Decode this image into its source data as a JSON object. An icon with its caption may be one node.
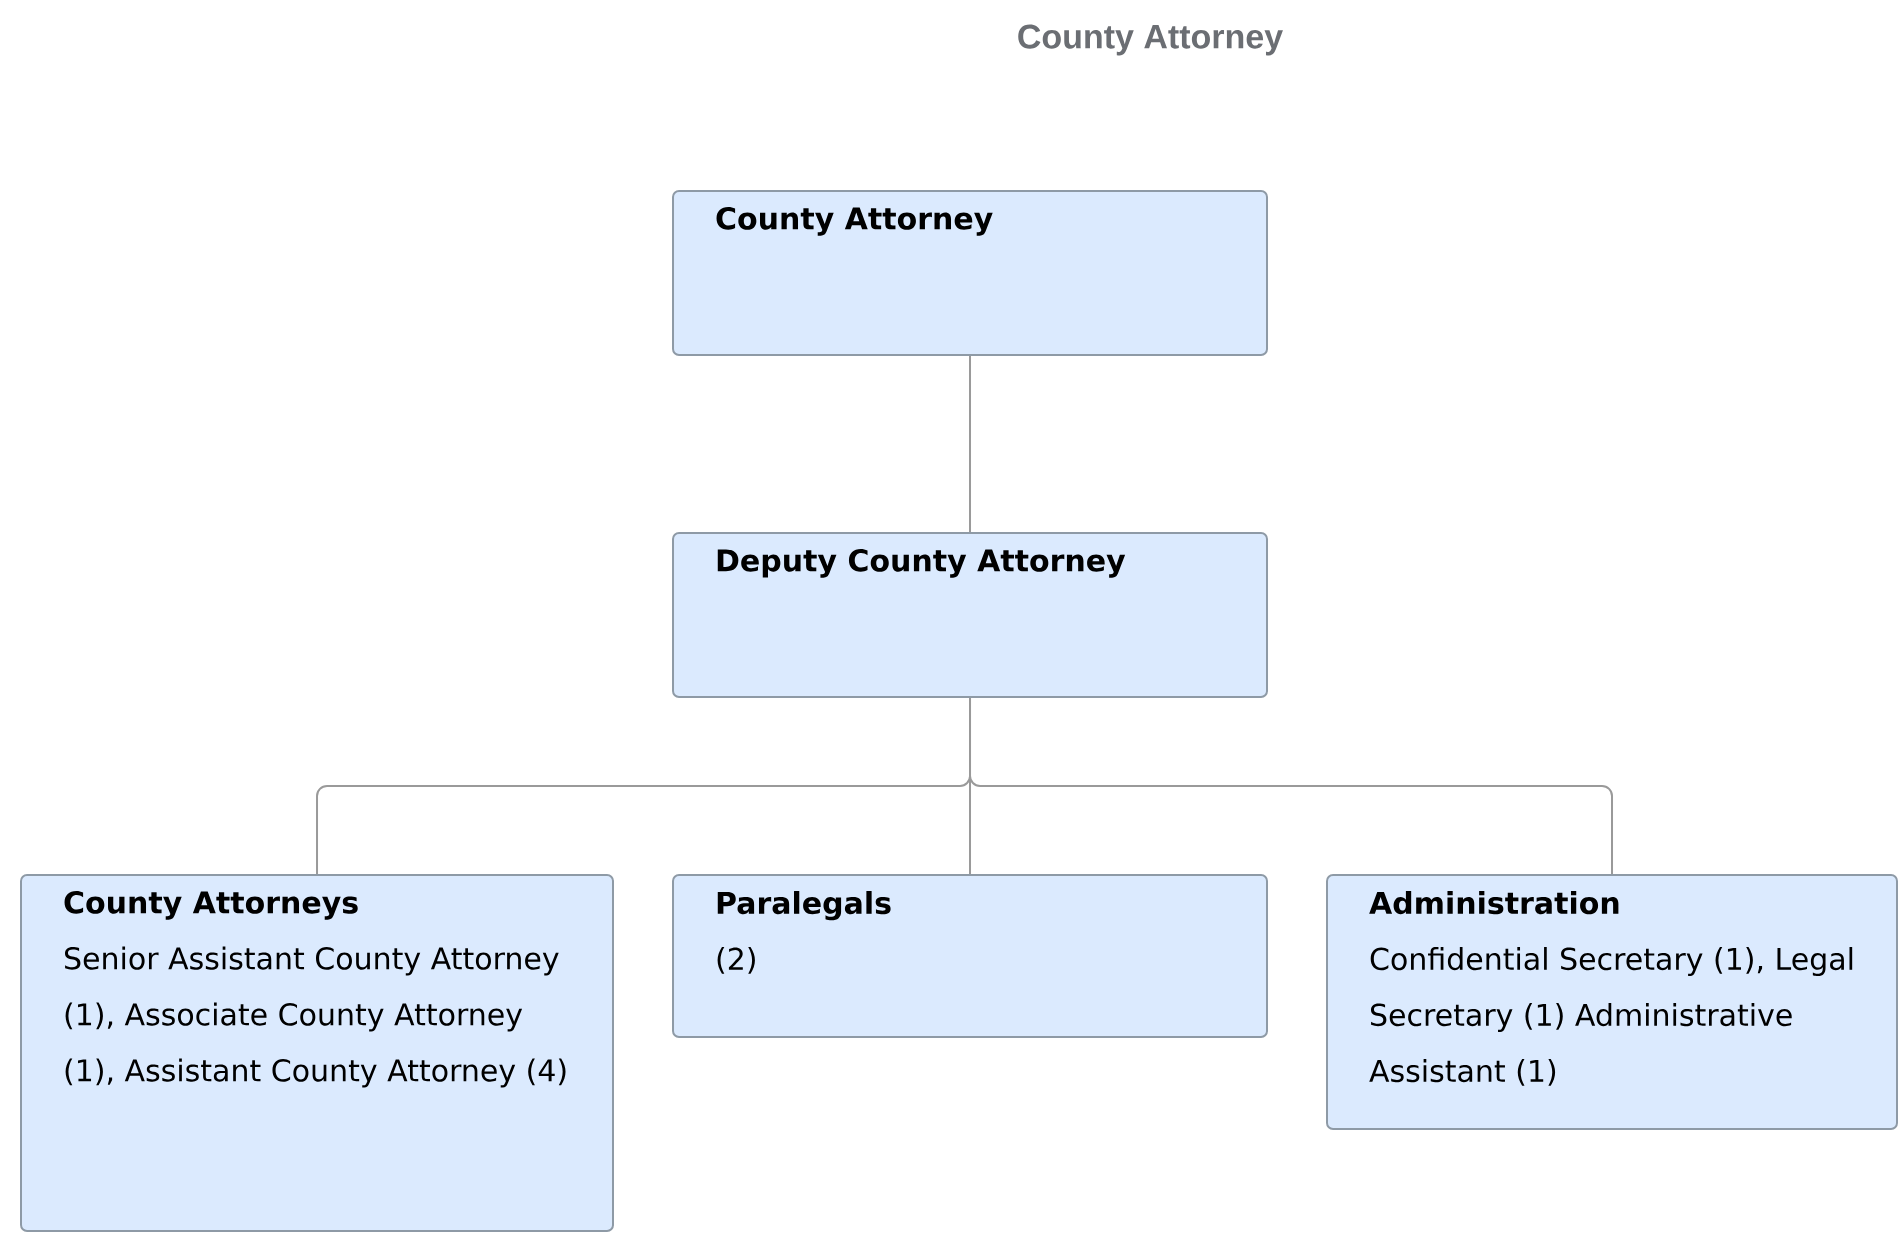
{
  "diagram": {
    "title": "County Attorney",
    "nodes": [
      {
        "text": [
          "County Attorney"
        ]
      },
      {
        "text": [
          "Deputy County Attorney"
        ]
      },
      {
        "text": [
          "County Attorneys",
          "Senior Assistant County Attorney (1), Associate County Attorney (1), Assistant County Attorney (4)"
        ]
      },
      {
        "text": [
          "Paralegals",
          "(2)"
        ]
      },
      {
        "text": [
          "Administration",
          "Confidential Secretary (1), Legal Secretary (1) Administrative Assistant (1)"
        ]
      }
    ],
    "edges": [
      {
        "from": 0,
        "to": 1,
        "arrow": "none"
      },
      {
        "from": 1,
        "to": 2,
        "arrow": "none"
      },
      {
        "from": 1,
        "to": 3,
        "arrow": "none"
      },
      {
        "from": 1,
        "to": 4,
        "arrow": "none"
      }
    ]
  }
}
